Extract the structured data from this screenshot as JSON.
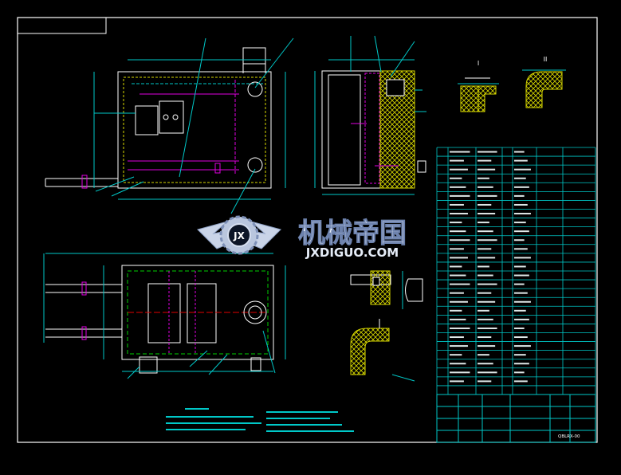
{
  "drawing": {
    "title_block_code": "QBLRX-00",
    "watermark": {
      "chinese": "机械帝国",
      "url": "JXDIGUO.COM",
      "logo_letters": "JX"
    },
    "section_labels": [
      "I",
      "II"
    ],
    "bom_rows_visible": 25
  },
  "colors": {
    "background": "#000000",
    "frame": "#ffffff",
    "outline": "#ffffff",
    "cyan": "#00c8c8",
    "magenta": "#e000e0",
    "green": "#00d000",
    "red": "#e00000",
    "yellow": "#d8d800",
    "insulation": "#d8d800"
  }
}
